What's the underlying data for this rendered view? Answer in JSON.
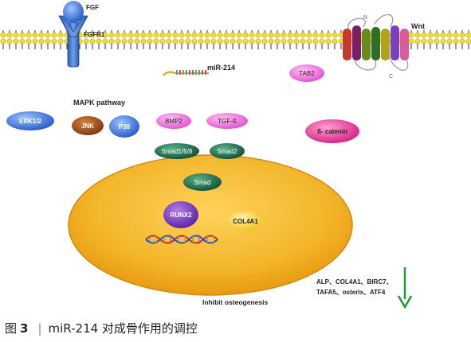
{
  "labels": {
    "fgf": "FGF",
    "fgfr1": "FGFR1",
    "wnt": "Wnt",
    "mirna": "miR-214",
    "tab2": "TAB2",
    "mapk": "MAPK pathway",
    "erk": "ERK1/2",
    "jnk": "JNK",
    "p38": "P38",
    "bmp2": "BMP2",
    "tgfb": "TGF-ß",
    "smad158": "Smad1/5/8",
    "smad2": "Smad2",
    "bcatenin": "ß- catenin",
    "smad": "Smad",
    "runx2": "RUNX2",
    "col4a1": "COL4A1",
    "inhibit": "Inhibit osteogenesis",
    "genes_line1": "ALP、COL4A1、BIRC7、",
    "genes_line2": "TAFA5、osterix、ATF4",
    "wnt_n": "N",
    "wnt_c": "C"
  },
  "caption": {
    "figure": "图",
    "number": "3",
    "separator": "|",
    "text": "miR-214 对成骨作用的调控"
  },
  "colors": {
    "membrane_bead": "#f2df1a",
    "receptor": "#3a6fc4",
    "inhibition": "#c62828",
    "nucleus": "#f3b52a",
    "down_arrow": "#1c9e2c"
  }
}
